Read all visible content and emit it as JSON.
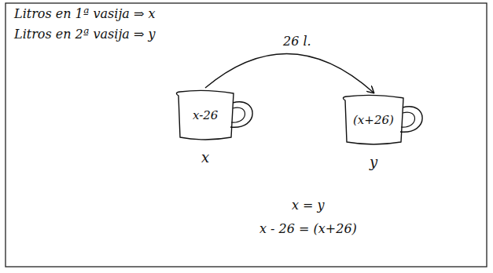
{
  "diagram": {
    "nodes": [
      {
        "text": [
          "x-26",
          "x"
        ]
      },
      {
        "text": [
          "(x+26)",
          "y"
        ]
      }
    ],
    "edges": [
      {
        "from": 0,
        "to": 1,
        "arrow": "to",
        "label": "26 l."
      }
    ],
    "labels": [
      "Litros en 1ª vasija ⇒ x",
      "Litros en 2ª vasija ⇒ y",
      "x = y",
      "x - 26 = (x+26)"
    ]
  }
}
